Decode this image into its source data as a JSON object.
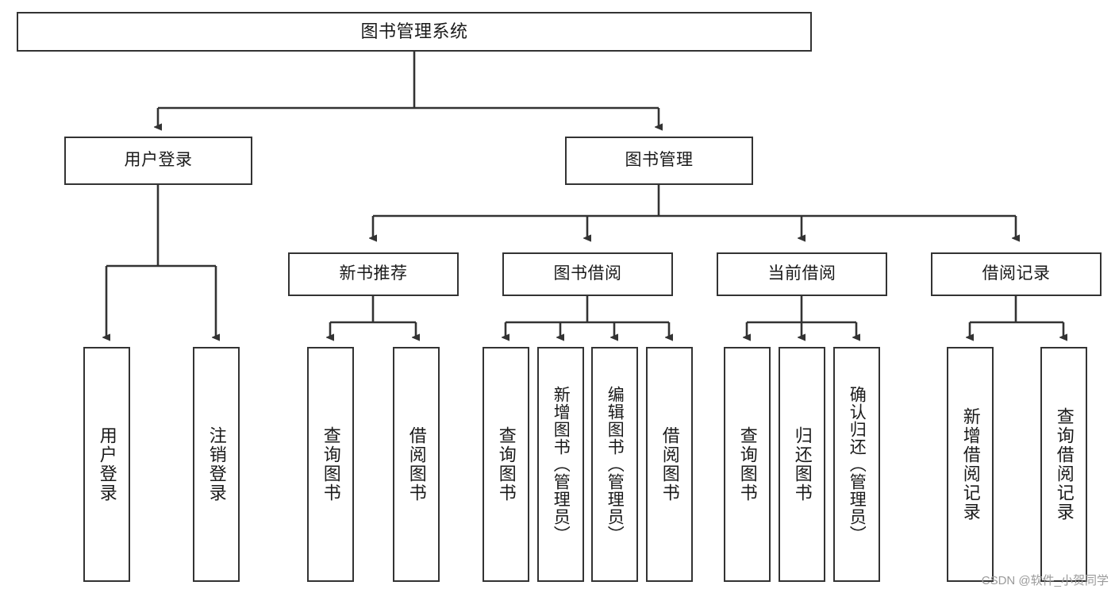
{
  "diagram": {
    "title": "图书管理系统",
    "type": "hierarchy-tree",
    "watermark": "CSDN @软件_小贺同学",
    "style": {
      "box_fill": "#ffffff",
      "box_stroke": "#333333",
      "text_color": "#1a1a1a",
      "background": "#ffffff",
      "watermark_color": "#9a9a9a"
    },
    "levels": [
      {
        "level": 1,
        "nodes": [
          {
            "id": "root",
            "label": "图书管理系统",
            "orientation": "horizontal"
          }
        ]
      },
      {
        "level": 2,
        "nodes": [
          {
            "id": "user-login",
            "label": "用户登录",
            "orientation": "horizontal",
            "parent": "root"
          },
          {
            "id": "book-manage",
            "label": "图书管理",
            "orientation": "horizontal",
            "parent": "root"
          }
        ]
      },
      {
        "level": 3,
        "nodes": [
          {
            "id": "new-book-rec",
            "label": "新书推荐",
            "orientation": "horizontal",
            "parent": "book-manage"
          },
          {
            "id": "book-borrow",
            "label": "图书借阅",
            "orientation": "horizontal",
            "parent": "book-manage"
          },
          {
            "id": "current-borrow",
            "label": "当前借阅",
            "orientation": "horizontal",
            "parent": "book-manage"
          },
          {
            "id": "borrow-record",
            "label": "借阅记录",
            "orientation": "horizontal",
            "parent": "book-manage"
          }
        ]
      },
      {
        "level": 4,
        "nodes": [
          {
            "id": "leaf-user-login",
            "label": "用户登录",
            "orientation": "vertical",
            "parent": "user-login"
          },
          {
            "id": "leaf-user-logout",
            "label": "注销登录",
            "orientation": "vertical",
            "parent": "user-login"
          },
          {
            "id": "leaf-rec-query",
            "label": "查询图书",
            "orientation": "vertical",
            "parent": "new-book-rec"
          },
          {
            "id": "leaf-rec-borrow",
            "label": "借阅图书",
            "orientation": "vertical",
            "parent": "new-book-rec"
          },
          {
            "id": "leaf-borrow-query",
            "label": "查询图书",
            "orientation": "vertical",
            "parent": "book-borrow"
          },
          {
            "id": "leaf-borrow-add",
            "label": "新增图书（管理员）",
            "orientation": "vertical",
            "parent": "book-borrow"
          },
          {
            "id": "leaf-borrow-edit",
            "label": "编辑图书（管理员）",
            "orientation": "vertical",
            "parent": "book-borrow"
          },
          {
            "id": "leaf-borrow-lend",
            "label": "借阅图书",
            "orientation": "vertical",
            "parent": "book-borrow"
          },
          {
            "id": "leaf-cur-query",
            "label": "查询图书",
            "orientation": "vertical",
            "parent": "current-borrow"
          },
          {
            "id": "leaf-cur-return",
            "label": "归还图书",
            "orientation": "vertical",
            "parent": "current-borrow"
          },
          {
            "id": "leaf-cur-confirm",
            "label": "确认归还（管理员）",
            "orientation": "vertical",
            "parent": "current-borrow"
          },
          {
            "id": "leaf-rec-add",
            "label": "新增借阅记录",
            "orientation": "vertical",
            "parent": "borrow-record"
          },
          {
            "id": "leaf-rec-search",
            "label": "查询借阅记录",
            "orientation": "vertical",
            "parent": "borrow-record"
          }
        ]
      }
    ]
  }
}
